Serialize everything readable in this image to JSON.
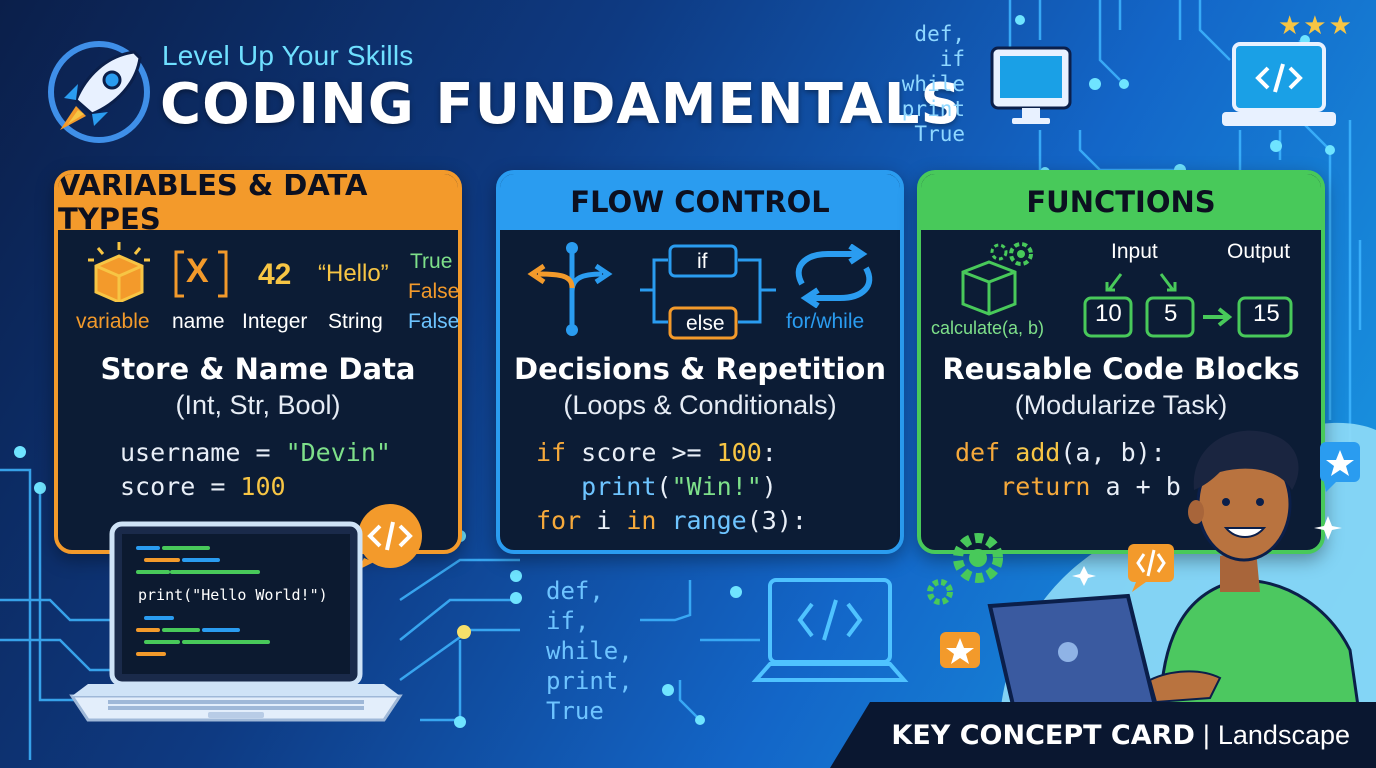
{
  "header": {
    "subtitle": "Level Up Your Skills",
    "title": "CODING FUNDAMENTALS",
    "keywords": [
      "def,",
      "if",
      "while",
      "print",
      "True"
    ]
  },
  "cards": [
    {
      "heading": "VARIABLES & DATA TYPES",
      "icons": {
        "variable": "variable",
        "name_symbol": "X",
        "name": "name",
        "integer_value": "42",
        "integer": "Integer",
        "string_value": "“Hello”",
        "string": "String",
        "bool_true": "True",
        "bool_false": "False",
        "bool_false2": "False"
      },
      "title": "Store & Name Data",
      "subtitle": "(Int, Str, Bool)",
      "code": {
        "line1_var": "username",
        "line1_op": " = ",
        "line1_val": "\"Devin\"",
        "line2_var": "score",
        "line2_op": " = ",
        "line2_val": "100"
      }
    },
    {
      "heading": "FLOW CONTROL",
      "icons": {
        "if": "if",
        "else": "else",
        "loop": "for/while"
      },
      "title": "Decisions & Repetition",
      "subtitle": "(Loops & Conditionals)",
      "code": {
        "l1_kw": "if",
        "l1_rest": " score >= ",
        "l1_num": "100",
        "l1_end": ":",
        "l2_fn": "print",
        "l2_open": "(",
        "l2_str": "\"Win!\"",
        "l2_close": ")",
        "l3_kw": "for",
        "l3_a": " i ",
        "l3_in": "in",
        "l3_fn": " range",
        "l3_b": "(3):"
      }
    },
    {
      "heading": "FUNCTIONS",
      "icons": {
        "fn_label": "calculate(a, b)",
        "input": "Input",
        "output": "Output",
        "in1": "10",
        "in2": "5",
        "out": "15"
      },
      "title": "Reusable Code Blocks",
      "subtitle": "(Modularize Task)",
      "code": {
        "l1_kw": "def",
        "l1_fn": " add",
        "l1_args": "(a, b):",
        "l2_kw": "return",
        "l2_rest": " a + b"
      }
    }
  ],
  "laptop_code": "print(\"Hello World!\")",
  "bottom_keywords": [
    "def,",
    "if,",
    "while,",
    "print,",
    "True"
  ],
  "banner": {
    "bold": "KEY CONCEPT CARD",
    "separator": "|",
    "normal": "Landscape"
  },
  "stars": "★★★",
  "colors": {
    "orange": "#f39a2b",
    "blue": "#2a9cf0",
    "green": "#48c95a",
    "card_bg": "#0c1c35"
  }
}
